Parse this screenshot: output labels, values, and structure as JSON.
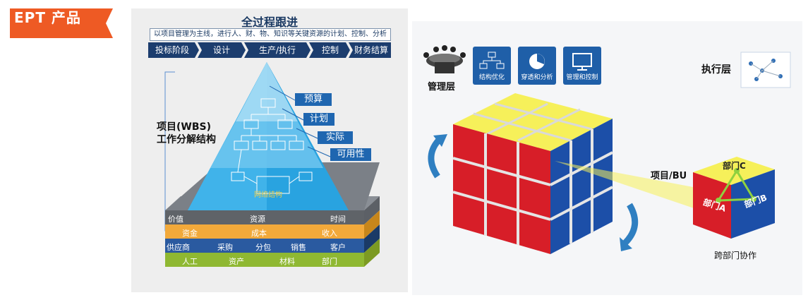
{
  "badge": {
    "label": "EPT 产品",
    "color": "#ee5a24"
  },
  "left": {
    "title": "全过程跟进",
    "subtitle": "以项目管理为主线，进行人、财、物、知识等关键资源的计划、控制、分析",
    "phases": [
      "投标阶段",
      "设计",
      "生产/执行",
      "控制",
      "财务结算"
    ],
    "wbs_line1": "项目(WBS)",
    "wbs_line2": "工作分解结构",
    "boxes": [
      "预算",
      "计划",
      "实际",
      "可用性"
    ],
    "network": "网络结构",
    "layers": {
      "l1": [
        "价值",
        "资源",
        "时间"
      ],
      "l2": [
        "资金",
        "成本",
        "收入"
      ],
      "l3": [
        "供应商",
        "采购",
        "分包",
        "销售",
        "客户"
      ],
      "l4": [
        "人工",
        "资产",
        "材料",
        "部门"
      ]
    }
  },
  "right": {
    "mgmt": "管理层",
    "exec": "执行层",
    "tiles": [
      "结构优化",
      "穿透和分析",
      "管理和控制"
    ],
    "project": "项目/BU",
    "cross": "跨部门协作",
    "depts": [
      "部门A",
      "部门B",
      "部门C"
    ]
  }
}
